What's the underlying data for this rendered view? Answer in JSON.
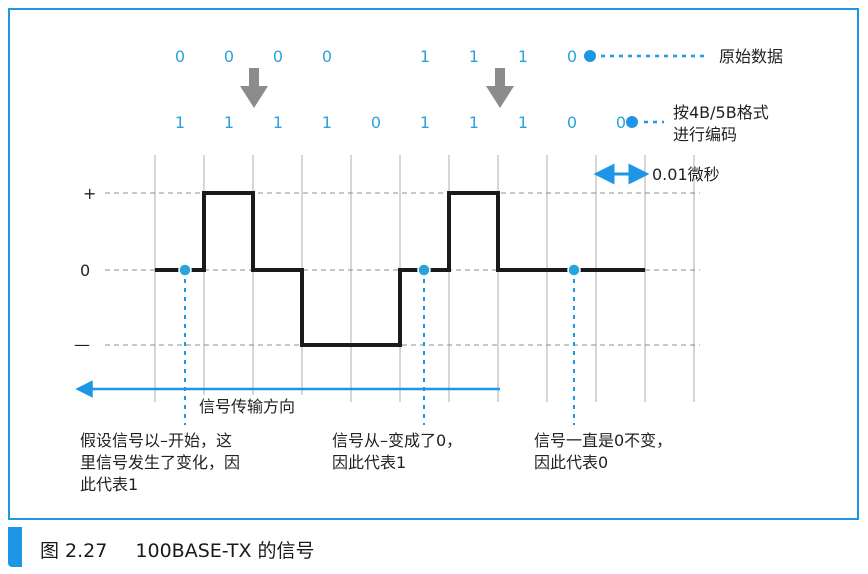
{
  "colors": {
    "border": "#1e96e6",
    "accent": "#1e96e6",
    "digit": "#29a3dc",
    "signal": "#1a1a1a",
    "grid": "#c8c8c8",
    "arrow": "#8c8c8c",
    "text": "#222222"
  },
  "original_bits": [
    "0",
    "0",
    "0",
    "0",
    "1",
    "1",
    "1",
    "0"
  ],
  "encoded_bits": [
    "1",
    "1",
    "1",
    "1",
    "0",
    "1",
    "1",
    "1",
    "0",
    "0"
  ],
  "labels": {
    "original": "原始数据",
    "encoded_line1": "按4B/5B格式",
    "encoded_line2": "进行编码",
    "time_unit": "0.01微秒",
    "level_plus": "+",
    "level_zero": "0",
    "level_minus": "—",
    "direction": "信号传输方向"
  },
  "notes": [
    {
      "lines": [
        "假设信号以–开始，这",
        "里信号发生了变化，因",
        "此代表1"
      ]
    },
    {
      "lines": [
        "信号从–变成了0，",
        "因此代表1"
      ]
    },
    {
      "lines": [
        "信号一直是0不变，",
        "因此代表0"
      ]
    }
  ],
  "signal_levels": [
    0,
    1,
    0,
    -1,
    -1,
    0,
    1,
    0,
    0,
    0
  ],
  "caption": {
    "number": "图 2.27",
    "title": "100BASE-TX 的信号"
  }
}
